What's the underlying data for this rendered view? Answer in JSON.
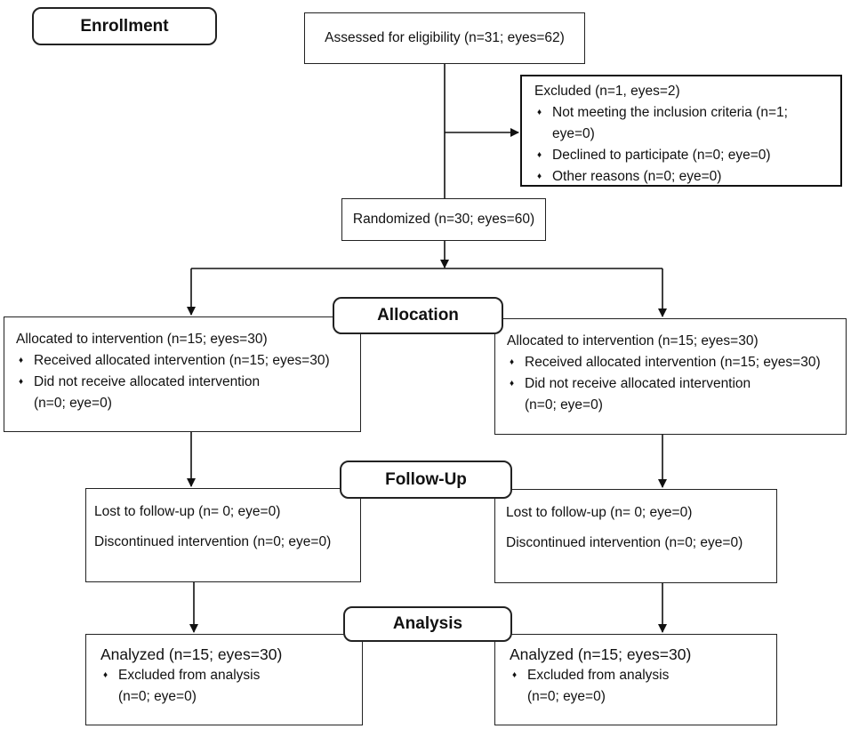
{
  "stages": {
    "enrollment": "Enrollment",
    "allocation": "Allocation",
    "follow_up": "Follow-Up",
    "analysis": "Analysis"
  },
  "assessed": "Assessed for eligibility (n=31; eyes=62)",
  "excluded": {
    "title": "Excluded (n=1, eyes=2)",
    "items": [
      [
        "Not meeting the inclusion criteria (n=1;",
        "eye=0)"
      ],
      [
        "Declined to participate (n=0; eye=0)"
      ],
      [
        "Other reasons (n=0; eye=0)"
      ]
    ]
  },
  "randomized": "Randomized (n=30; eyes=60)",
  "allocation_left": {
    "title": "Allocated to intervention (n=15; eyes=30)",
    "received": "Received allocated intervention (n=15; eyes=30)",
    "not_received": [
      "Did not receive allocated intervention",
      "(n=0; eye=0)"
    ]
  },
  "allocation_right": {
    "title": "Allocated to intervention (n=15; eyes=30)",
    "received": "Received allocated intervention (n=15; eyes=30)",
    "not_received": [
      "Did not receive allocated intervention",
      "(n=0; eye=0)"
    ]
  },
  "followup_left": {
    "lost": "Lost to follow-up (n= 0; eye=0)",
    "discontinued": "Discontinued intervention (n=0; eye=0)"
  },
  "followup_right": {
    "lost": "Lost to follow-up (n= 0; eye=0)",
    "discontinued": "Discontinued intervention (n=0; eye=0)"
  },
  "analysis_left": {
    "title": "Analyzed (n=15; eyes=30)",
    "excluded": [
      "Excluded from analysis",
      "(n=0; eye=0)"
    ]
  },
  "analysis_right": {
    "title": "Analyzed (n=15; eyes=30)",
    "excluded": [
      "Excluded from analysis",
      "(n=0; eye=0)"
    ]
  },
  "bullet_glyph": "♦"
}
